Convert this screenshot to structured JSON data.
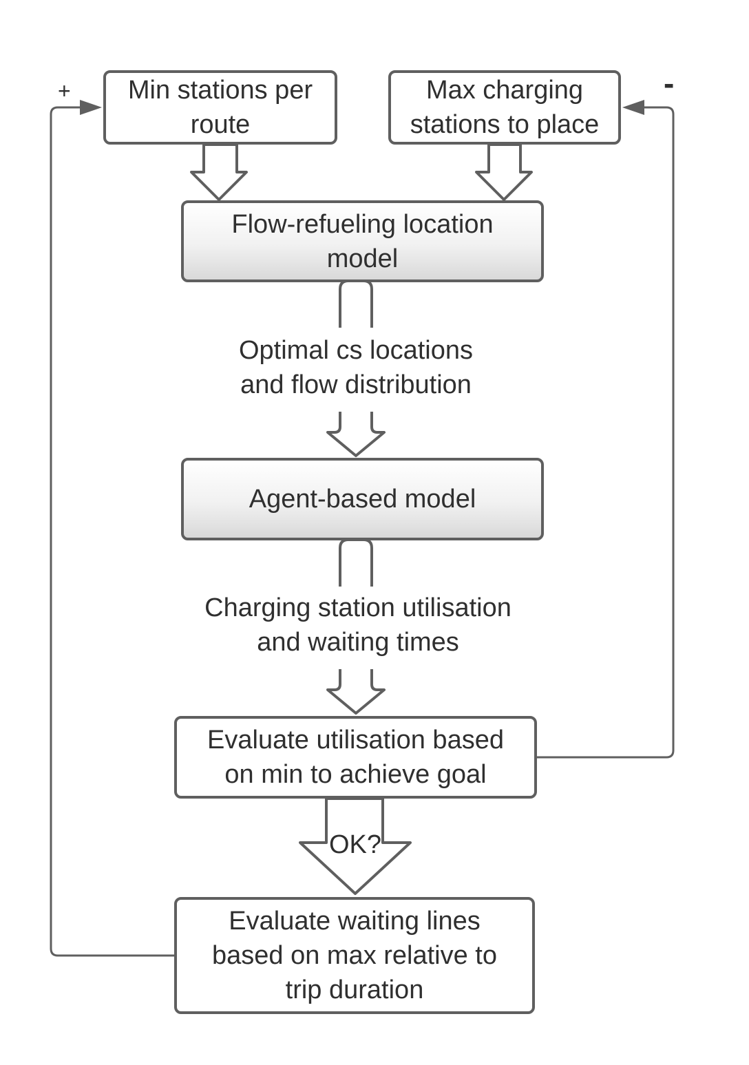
{
  "diagram": {
    "nodes": {
      "min_stations": "Min stations per route",
      "max_charging": "Max charging stations to place",
      "flow_model": "Flow-refueling location model",
      "agent_model": "Agent-based model",
      "evaluate_utilisation": "Evaluate utilisation based on min to achieve goal",
      "evaluate_waiting": "Evaluate waiting lines based on max relative to trip duration"
    },
    "flow_labels": {
      "optimal_locations": "Optimal cs locations and flow distribution",
      "utilisation_times": "Charging station utilisation and waiting times",
      "ok": "OK?"
    },
    "feedback": {
      "plus": "+",
      "minus": "-"
    }
  }
}
